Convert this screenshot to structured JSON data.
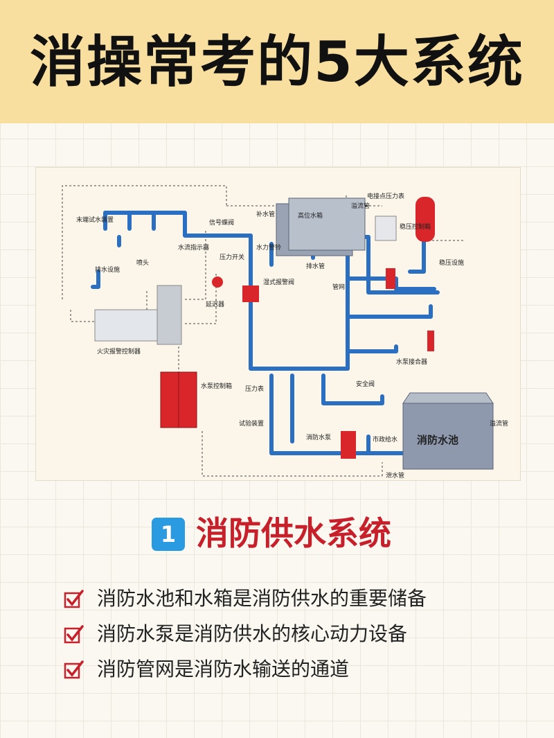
{
  "header": {
    "title": "消操常考的5大系统"
  },
  "diagram": {
    "labels": {
      "terminal_test": "末端试水装置",
      "signal_valve": "信号蝶阀",
      "flow_indicator": "水流指示器",
      "sprinkler": "喷头",
      "drain_facility": "排水设施",
      "pressure_switch": "压力开关",
      "water_bell": "水力警铃",
      "delay_device": "延迟器",
      "wet_alarm_valve": "湿式报警阀",
      "fire_alarm_controller": "火灾报警控制器",
      "pump_control_box": "水泵控制箱",
      "makeup_pipe": "补水管",
      "high_tank": "高位水箱",
      "drain_pipe_top": "排水管",
      "pipe_network": "管网",
      "overflow_pipe_top": "溢流管",
      "contact_gauge": "电接点压力表",
      "regulator_box": "稳压控制箱",
      "regulator": "稳压设施",
      "pump_adapter": "水泵接合器",
      "safety_valve": "安全阀",
      "pressure_gauge": "压力表",
      "test_device": "试验装置",
      "fire_pump": "消防水泵",
      "municipal": "市政给水",
      "pool": "消防水池",
      "overflow_pipe": "溢流管",
      "drain_pipe": "泄水管"
    },
    "colors": {
      "pipe": "#2a6fc2",
      "pump": "#d8262a",
      "dashed": "#444444",
      "tank": "#8e99ad"
    }
  },
  "section": {
    "number": "1",
    "title": "消防供水系统",
    "badge_color": "#2a9be0",
    "title_color": "#c7202a"
  },
  "bullets": [
    {
      "text": "消防水池和水箱是消防供水的重要储备"
    },
    {
      "text": "消防水泵是消防供水的核心动力设备"
    },
    {
      "text": "消防管网是消防水输送的通道"
    }
  ],
  "check_icon": "checkbox-check-icon"
}
